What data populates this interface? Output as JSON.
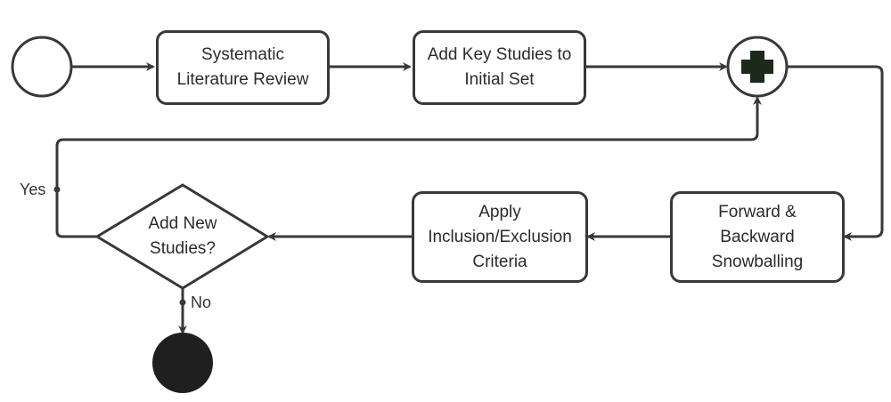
{
  "nodes": {
    "slr": "Systematic\nLiterature Review",
    "key_studies": "Add Key Studies to\nInitial Set",
    "snowballing": "Forward &\nBackward\nSnowballing",
    "criteria": "Apply\nInclusion/Exclusion\nCriteria",
    "decision": "Add New\nStudies?"
  },
  "edge_labels": {
    "yes": "Yes",
    "no": "No"
  },
  "colors": {
    "stroke": "#383838",
    "end_fill": "#1f1f1f",
    "merge_fill": "#1c2a1c"
  }
}
